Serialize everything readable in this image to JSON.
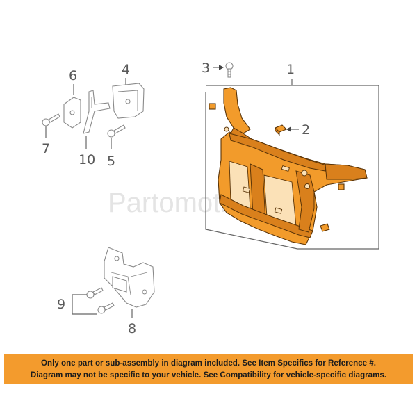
{
  "watermark": "Partomotive.com",
  "callouts": [
    {
      "id": "1",
      "text": "1"
    },
    {
      "id": "2",
      "text": "2"
    },
    {
      "id": "3",
      "text": "3"
    },
    {
      "id": "4",
      "text": "4"
    },
    {
      "id": "5",
      "text": "5"
    },
    {
      "id": "6",
      "text": "6"
    },
    {
      "id": "7",
      "text": "7"
    },
    {
      "id": "8",
      "text": "8"
    },
    {
      "id": "9",
      "text": "9"
    },
    {
      "id": "10",
      "text": "10"
    }
  ],
  "disclaimer": {
    "line1": "Only one part or sub-assembly in diagram included. See Item Specifics for Reference #.",
    "line2": "Diagram may not be specific to your vehicle. See Compatibility for vehicle-specific diagrams."
  },
  "colors": {
    "highlight_part": "#f29b2b",
    "banner": "#f39b2d",
    "linework": "#8a8a8a"
  }
}
